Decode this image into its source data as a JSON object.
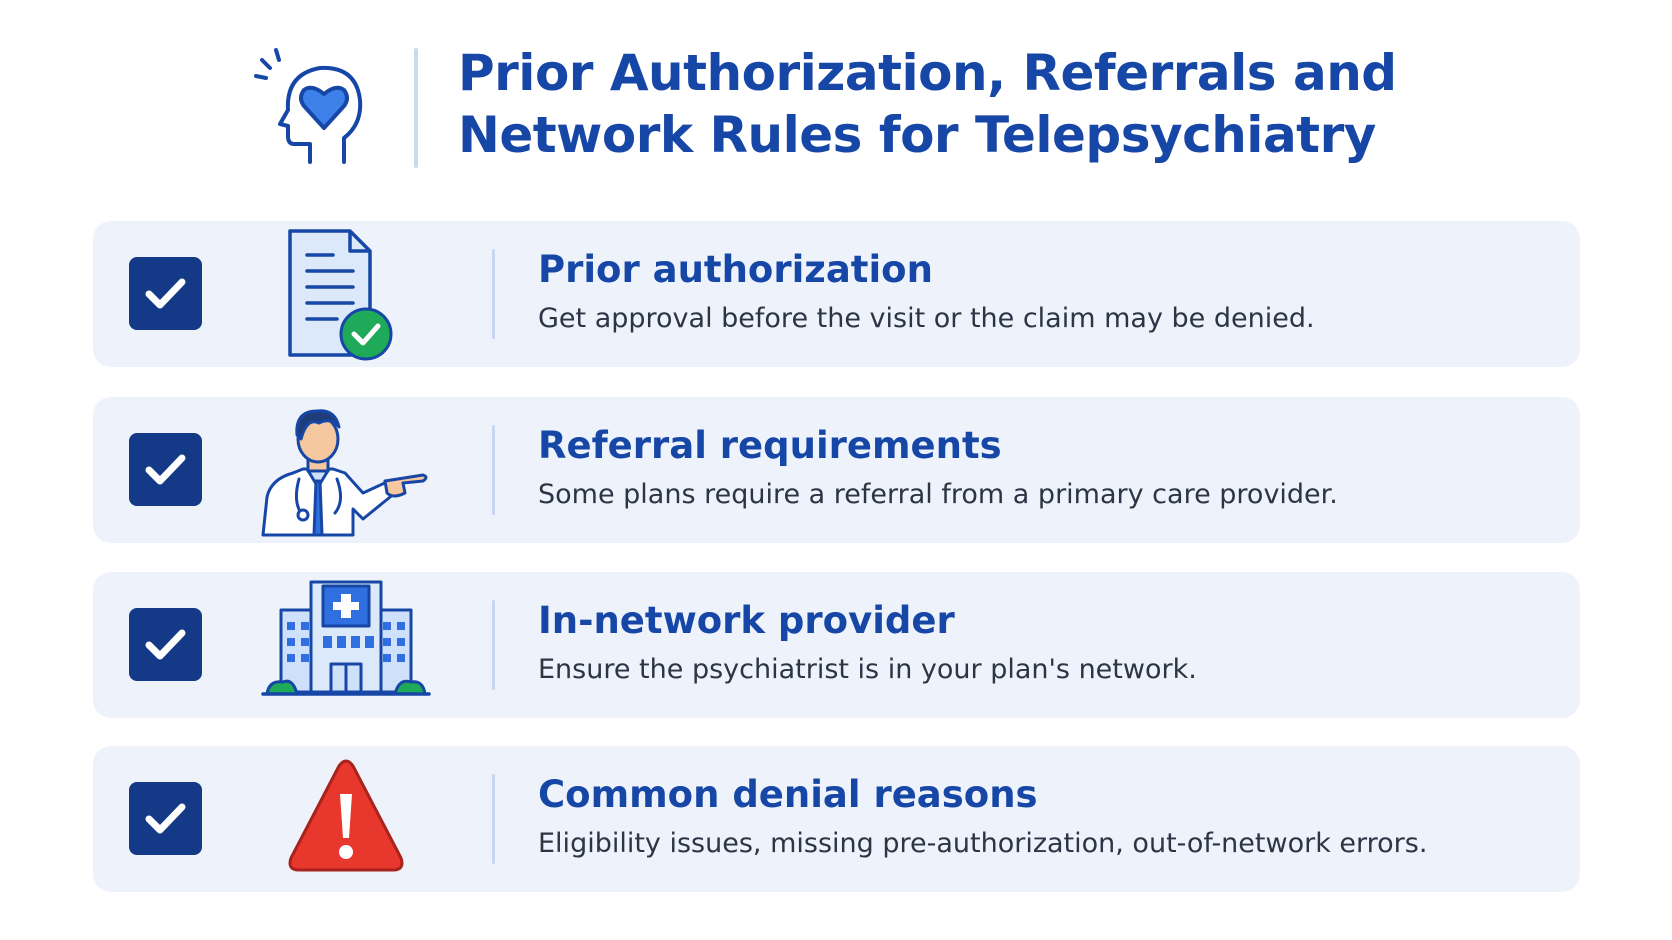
{
  "header": {
    "title_lines": [
      "Prior Authorization, Referrals and",
      "Network Rules for Telepsychiatry"
    ],
    "icon": "head-heart-icon"
  },
  "items": [
    {
      "title": "Prior authorization",
      "text": "Get approval before the visit or the claim may be denied.",
      "icon": "document-check-icon",
      "checked": true
    },
    {
      "title": "Referral requirements",
      "text": "Some plans require a referral from a primary care provider.",
      "icon": "doctor-pointing-icon",
      "checked": true
    },
    {
      "title": "In-network provider",
      "text": "Ensure the psychiatrist is in your plan's network.",
      "icon": "hospital-icon",
      "checked": true
    },
    {
      "title": "Common denial reasons",
      "text": "Eligibility issues, missing pre-authorization, out-of-network errors.",
      "icon": "warning-triangle-icon",
      "checked": true
    }
  ],
  "colors": {
    "title": "#1747a6",
    "card_background": "#eef3fb",
    "checkbox": "#143a87",
    "icon_blue": "#2f6fe0",
    "success": "#1faa59",
    "warning": "#e8382d"
  }
}
